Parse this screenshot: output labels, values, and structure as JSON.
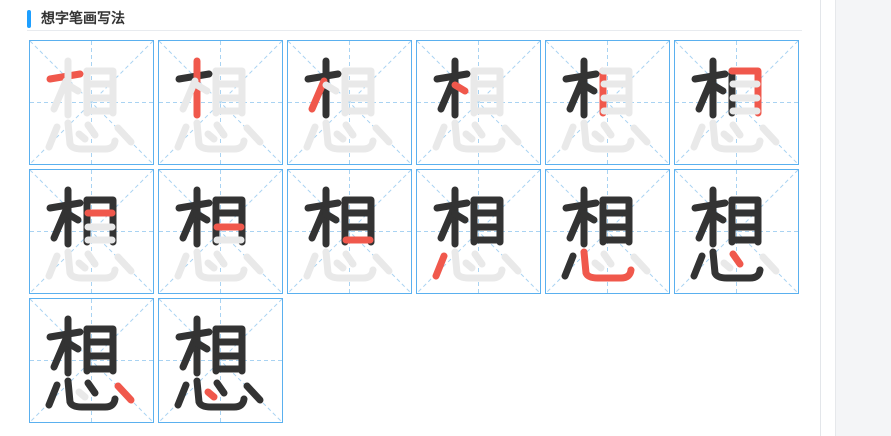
{
  "section": {
    "title": "想字笔画写法"
  },
  "character": "想",
  "stroke_steps": [
    1,
    2,
    3,
    4,
    5,
    6,
    7,
    8,
    9,
    10,
    11,
    12,
    13,
    14
  ],
  "colors": {
    "accent": "#1e9fff",
    "cell_border": "#5ab0ef",
    "guide_line": "#a9d3f2",
    "stroke_done": "#333333",
    "stroke_current": "#f0584c",
    "stroke_pending": "#e9e9e9"
  },
  "icons": {
    "section_marker": "vertical-accent-bar"
  }
}
